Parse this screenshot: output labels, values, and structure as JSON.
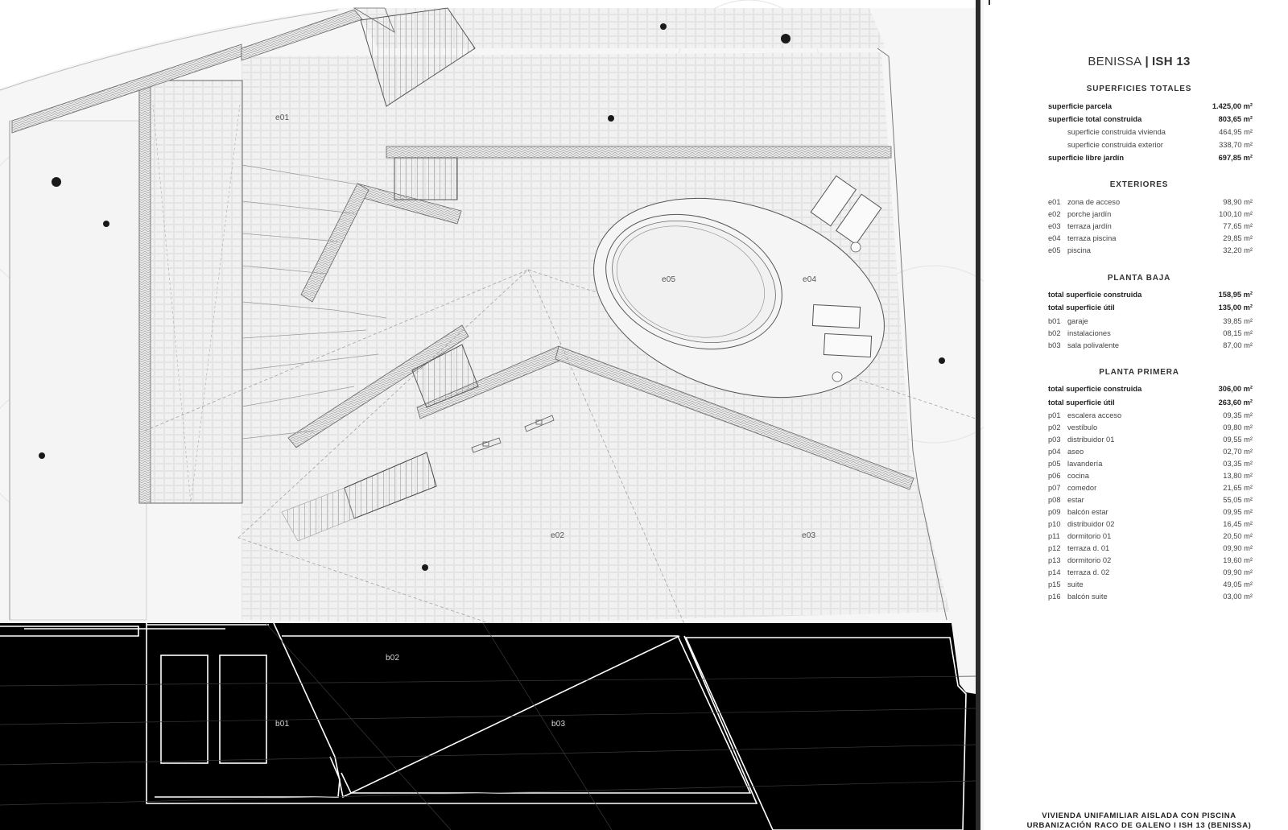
{
  "header": {
    "location": "BENISSA",
    "code": "ISH 13"
  },
  "superficies_totales": {
    "heading": "SUPERFICIES TOTALES",
    "rows": [
      {
        "name": "superficie parcela",
        "value": "1.425,00 m²",
        "bold": true,
        "sub": false
      },
      {
        "name": "superficie total construida",
        "value": "803,65 m²",
        "bold": true,
        "sub": false
      },
      {
        "name": "superficie construida vivienda",
        "value": "464,95 m²",
        "bold": false,
        "sub": true
      },
      {
        "name": "superficie construida exterior",
        "value": "338,70 m²",
        "bold": false,
        "sub": true
      },
      {
        "name": "superficie libre jardín",
        "value": "697,85 m²",
        "bold": true,
        "sub": false
      }
    ]
  },
  "exteriores": {
    "heading": "EXTERIORES",
    "rows": [
      {
        "code": "e01",
        "name": "zona de acceso",
        "value": "98,90 m²"
      },
      {
        "code": "e02",
        "name": "porche jardín",
        "value": "100,10 m²"
      },
      {
        "code": "e03",
        "name": "terraza jardín",
        "value": "77,65 m²"
      },
      {
        "code": "e04",
        "name": "terraza piscina",
        "value": "29,85 m²"
      },
      {
        "code": "e05",
        "name": "piscina",
        "value": "32,20 m²"
      }
    ]
  },
  "planta_baja": {
    "heading": "PLANTA BAJA",
    "totals": [
      {
        "name": "total superficie construida",
        "value": "158,95 m²"
      },
      {
        "name": "total superficie útil",
        "value": "135,00 m²"
      }
    ],
    "rows": [
      {
        "code": "b01",
        "name": "garaje",
        "value": "39,85 m²"
      },
      {
        "code": "b02",
        "name": "instalaciones",
        "value": "08,15 m²"
      },
      {
        "code": "b03",
        "name": "sala polivalente",
        "value": "87,00 m²"
      }
    ]
  },
  "planta_primera": {
    "heading": "PLANTA PRIMERA",
    "totals": [
      {
        "name": "total superficie construida",
        "value": "306,00 m²"
      },
      {
        "name": "total superficie útil",
        "value": "263,60 m²"
      }
    ],
    "rows": [
      {
        "code": "p01",
        "name": "escalera acceso",
        "value": "09,35 m²"
      },
      {
        "code": "p02",
        "name": "vestíbulo",
        "value": "09,80 m²"
      },
      {
        "code": "p03",
        "name": "distribuidor 01",
        "value": "09,55 m²"
      },
      {
        "code": "p04",
        "name": "aseo",
        "value": "02,70 m²"
      },
      {
        "code": "p05",
        "name": "lavandería",
        "value": "03,35 m²"
      },
      {
        "code": "p06",
        "name": "cocina",
        "value": "13,80 m²"
      },
      {
        "code": "p07",
        "name": "comedor",
        "value": "21,65 m²"
      },
      {
        "code": "p08",
        "name": "estar",
        "value": "55,05 m²"
      },
      {
        "code": "p09",
        "name": "balcón estar",
        "value": "09,95 m²"
      },
      {
        "code": "p10",
        "name": "distribuidor 02",
        "value": "16,45 m²"
      },
      {
        "code": "p11",
        "name": "dormitorio 01",
        "value": "20,50 m²"
      },
      {
        "code": "p12",
        "name": "terraza d. 01",
        "value": "09,90 m²"
      },
      {
        "code": "p13",
        "name": "dormitorio 02",
        "value": "19,60 m²"
      },
      {
        "code": "p14",
        "name": "terraza d. 02",
        "value": "09,90 m²"
      },
      {
        "code": "p15",
        "name": "suite",
        "value": "49,05 m²"
      },
      {
        "code": "p16",
        "name": "balcón suite",
        "value": "03,00 m²"
      }
    ]
  },
  "footer": {
    "line1": "VIVIENDA UNIFAMILIAR AISLADA CON PISCINA",
    "line2": "URBANIZACIÓN RACO DE GALENO I  ISH 13 (BENISSA)"
  },
  "plan_labels": {
    "e01": "e01",
    "e02": "e02",
    "e03": "e03",
    "e04": "e04",
    "e05": "e05",
    "b01": "b01",
    "b02": "b02",
    "b03": "b03"
  }
}
